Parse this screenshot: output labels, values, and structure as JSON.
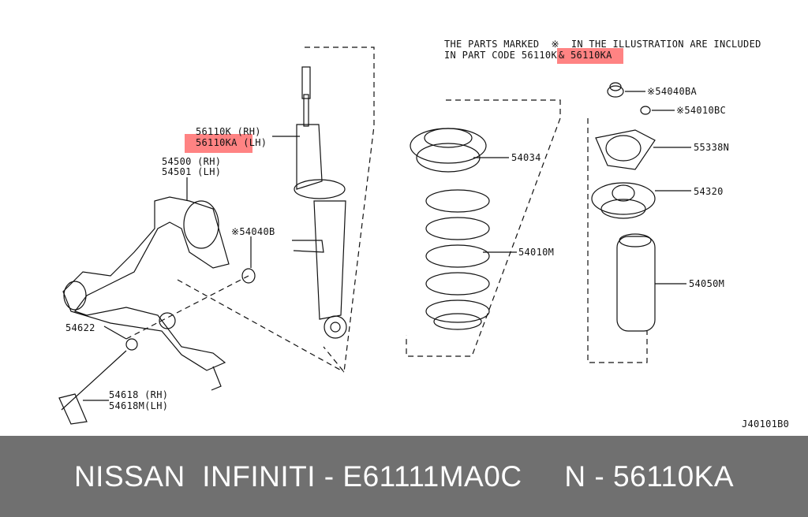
{
  "note": {
    "line1": "THE PARTS MARKED  ※  IN THE ILLUSTRATION ARE INCLUDED",
    "line2_prefix": "IN PART CODE 56110K",
    "line2_highlight": "& 56110KA"
  },
  "labels": {
    "strut_rh": "56110K (RH)",
    "strut_lh": "56110KA (LH)",
    "arm_rh": "54500 (RH)",
    "arm_lh": "54501 (LH)",
    "nut_54040b": "※54040B",
    "washer": "54622",
    "link_rh": "54618 (RH)",
    "link_lh": "54618M(LH)",
    "mount_insulator": "54034",
    "spring": "54010M",
    "nut_54040ba": "※54040BA",
    "nut_54010bc": "※54010BC",
    "plate": "55338N",
    "mount": "54320",
    "bound_bumper": "54050M",
    "diagram_code": "J40101B0"
  },
  "footer": {
    "text": "NISSAN  INFINITI - E61111MA0C     N - 56110KA"
  },
  "colors": {
    "highlight": "#ff5a5a",
    "footer_bg": "#707070"
  }
}
